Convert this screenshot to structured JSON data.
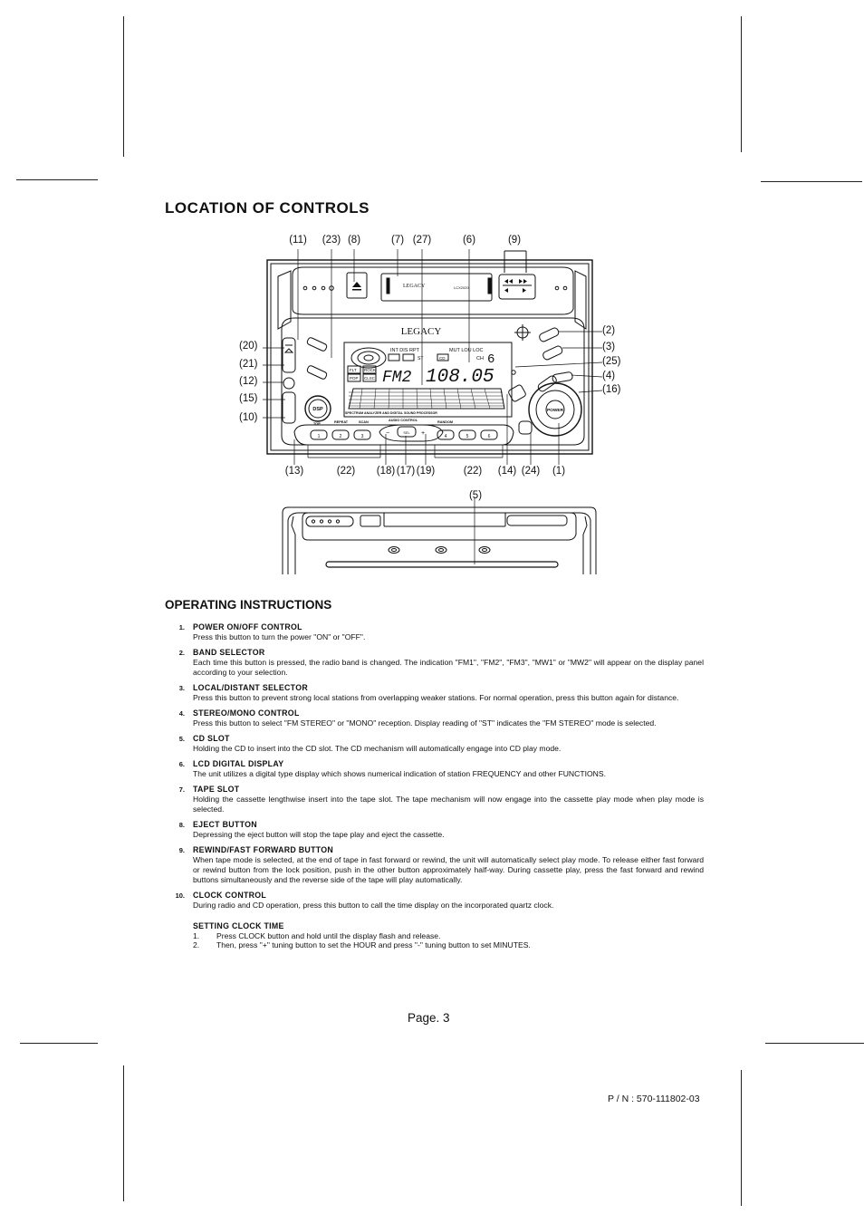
{
  "heading": "LOCATION OF CONTROLS",
  "diagram": {
    "callouts_top": [
      "(11)",
      "(23)",
      "(8)",
      "(7)",
      "(27)",
      "(6)",
      "(9)"
    ],
    "callouts_left": [
      "(20)",
      "(21)",
      "(12)",
      "(15)",
      "(10)"
    ],
    "callouts_right": [
      "(2)",
      "(3)",
      "(25)",
      "(4)",
      "(16)"
    ],
    "callouts_bottom": [
      "(13)",
      "(22)",
      "(18)",
      "(17)",
      "(19)",
      "(22)",
      "(14)",
      "(24)",
      "(1)"
    ],
    "callout_cd": "(5)",
    "panel": {
      "brand": "LEGACY",
      "tape_brand": "LEGACY",
      "tape_model": "LCX2020",
      "band_display": "FM2",
      "freq_display": "108.05",
      "channel_label": "CH",
      "channel_value": "6",
      "indicators_top": "INT  DIS  RPT",
      "indicators_mode": "MUT LOU LOC",
      "indicator_st": "ST",
      "indicator_cd": "CD",
      "spectrum_caption": "SPECTRUM ANALYZER AND DIGITAL SOUND PROCESSOR",
      "dsp_label": "DSP",
      "power_label": "POWER",
      "label_top": "TOP",
      "label_repeat": "REPEAT",
      "label_scan": "SCAN",
      "label_audio": "AUDIO CONTROL",
      "label_random": "RANDOM",
      "preset_labels": [
        "1",
        "2",
        "3",
        "4",
        "5",
        "6"
      ],
      "minus": "−",
      "plus": "+",
      "sel": "SEL",
      "eq_labels": [
        "FLT",
        "ROCK",
        "POP",
        "CLSC"
      ]
    }
  },
  "operating": {
    "heading": "OPERATING INSTRUCTIONS",
    "items": [
      {
        "num": "1.",
        "title": "POWER ON/OFF CONTROL",
        "desc": "Press this button to turn the power \"ON\" or \"OFF\"."
      },
      {
        "num": "2.",
        "title": "BAND SELECTOR",
        "desc": "Each time this button is pressed, the radio band is changed. The indication \"FM1\", \"FM2\", \"FM3\", \"MW1\" or \"MW2\" will appear on the display panel according to your selection."
      },
      {
        "num": "3.",
        "title": "LOCAL/DISTANT SELECTOR",
        "desc": "Press this button to prevent strong local stations from overlapping weaker stations. For normal operation, press this button again for distance."
      },
      {
        "num": "4.",
        "title": "STEREO/MONO CONTROL",
        "desc": "Press this button to select \"FM STEREO\" or \"MONO\" reception. Display reading of \"ST\" indicates the \"FM STEREO\" mode is selected."
      },
      {
        "num": "5.",
        "title": "CD SLOT",
        "desc": "Holding the CD to insert into the CD slot. The CD mechanism will automatically engage into CD play mode."
      },
      {
        "num": "6.",
        "title": "LCD DIGITAL DISPLAY",
        "desc": "The unit utilizes a digital type display which shows numerical indication of station FREQUENCY and other FUNCTIONS."
      },
      {
        "num": "7.",
        "title": "TAPE SLOT",
        "desc": "Holding the cassette lengthwise insert into the tape slot.  The tape mechanism will now engage into the cassette play mode when play mode is selected."
      },
      {
        "num": "8.",
        "title": "EJECT BUTTON",
        "desc": "Depressing the eject button will stop the tape play and eject the cassette."
      },
      {
        "num": "9.",
        "title": "REWIND/FAST FORWARD BUTTON",
        "desc": "When tape mode is selected, at the end of tape in fast forward or rewind, the unit will automatically select play mode. To release either fast forward or rewind button from the lock position, push in the other button approximately half-way. During cassette play, press the fast forward and rewind buttons simultaneously and the reverse side of the tape will play automatically."
      },
      {
        "num": "10.",
        "title": "CLOCK CONTROL",
        "desc": "During radio and CD operation, press this button to call the time display on the incorporated quartz clock."
      }
    ],
    "clock": {
      "title": "SETTING CLOCK TIME",
      "steps": [
        {
          "num": "1.",
          "text": "Press CLOCK button and hold until the display flash and release."
        },
        {
          "num": "2.",
          "text": "Then, press \"+\" tuning button to set the HOUR and press \"-\" tuning button to set MINUTES."
        }
      ]
    }
  },
  "footer": {
    "page": "Page.  3",
    "part_number": "P / N : 570-111802-03"
  }
}
